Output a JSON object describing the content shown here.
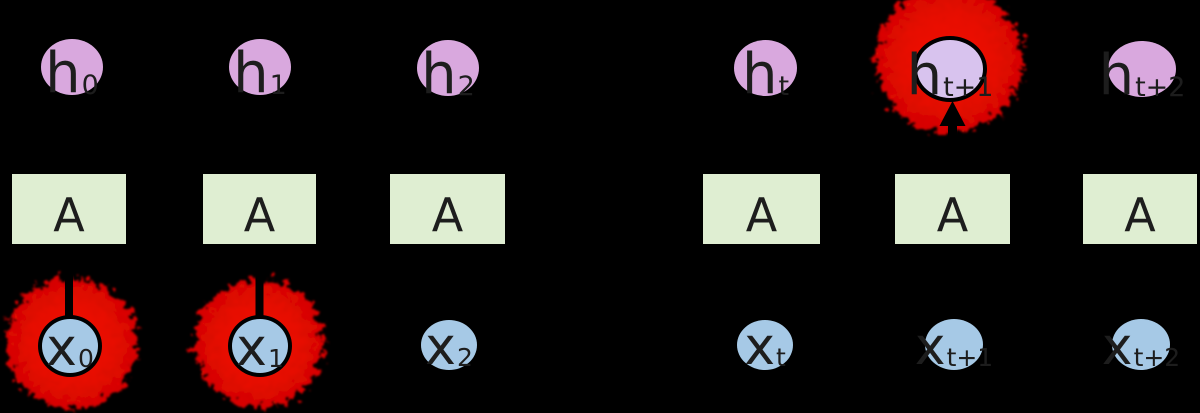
{
  "diagram_type": "unrolled-rnn-long-term-dependencies",
  "colors": {
    "background": "#000000",
    "hidden_node_fill": "#d9a8de",
    "hidden_node_highlight_fill": "#d8c3ee",
    "input_node_fill": "#a6c9e6",
    "cell_fill": "#dfeed2",
    "highlight_red": "#e60b00",
    "arrow_color": "#000000",
    "label_color": "#1d1d1d"
  },
  "nodes": {
    "hidden": [
      {
        "main": "h",
        "sub": "0",
        "highlighted": false
      },
      {
        "main": "h",
        "sub": "1",
        "highlighted": false
      },
      {
        "main": "h",
        "sub": "2",
        "highlighted": false
      },
      {
        "main": "h",
        "sub": "t",
        "highlighted": false
      },
      {
        "main": "h",
        "sub": "t+1",
        "highlighted": true
      },
      {
        "main": "h",
        "sub": "t+2",
        "highlighted": false
      }
    ],
    "cells": [
      {
        "label": "A"
      },
      {
        "label": "A"
      },
      {
        "label": "A"
      },
      {
        "label": "A"
      },
      {
        "label": "A"
      },
      {
        "label": "A"
      }
    ],
    "inputs": [
      {
        "main": "x",
        "sub": "0",
        "highlighted": true
      },
      {
        "main": "x",
        "sub": "1",
        "highlighted": true
      },
      {
        "main": "x",
        "sub": "2",
        "highlighted": false
      },
      {
        "main": "x",
        "sub": "t",
        "highlighted": false
      },
      {
        "main": "x",
        "sub": "t+1",
        "highlighted": false
      },
      {
        "main": "x",
        "sub": "t+2",
        "highlighted": false
      }
    ]
  }
}
